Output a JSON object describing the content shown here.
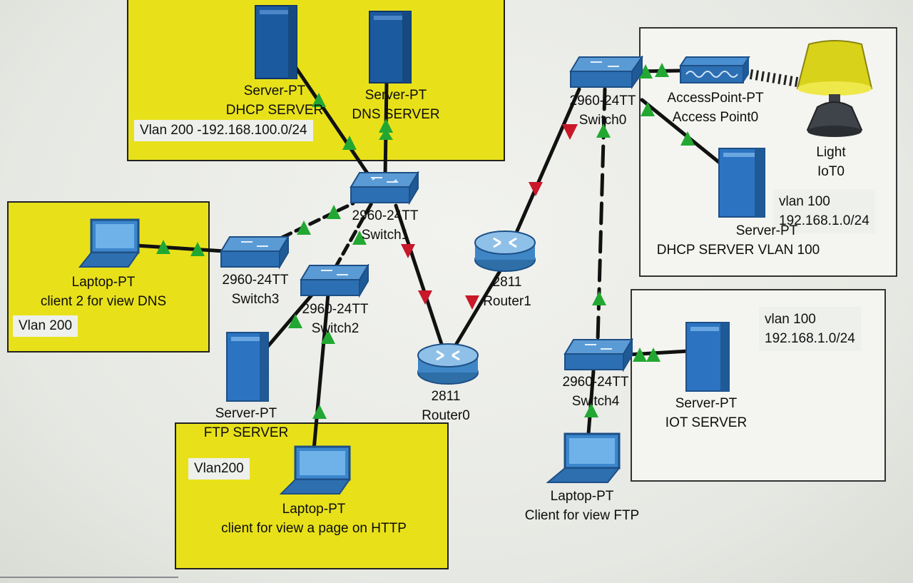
{
  "zones": {
    "vlan200_servers": "Vlan 200 -192.168.100.0/24",
    "vlan200_dns_client": "Vlan 200",
    "vlan200_http_client": "Vlan200",
    "vlan100_iot": {
      "name": "vlan 100",
      "subnet": "192.168.1.0/24"
    },
    "vlan100_server": {
      "name": "vlan 100",
      "subnet": "192.168.1.0/24"
    }
  },
  "devices": {
    "dhcp_server": {
      "type": "Server-PT",
      "name": "DHCP SERVER"
    },
    "dns_server": {
      "type": "Server-PT",
      "name": "DNS SERVER"
    },
    "switch1": {
      "type": "2960-24TT",
      "name": "Switch1"
    },
    "switch3": {
      "type": "2960-24TT",
      "name": "Switch3"
    },
    "switch2": {
      "type": "2960-24TT",
      "name": "Switch2"
    },
    "switch0": {
      "type": "2960-24TT",
      "name": "Switch0"
    },
    "switch4": {
      "type": "2960-24TT",
      "name": "Switch4"
    },
    "router0": {
      "type": "2811",
      "name": "Router0"
    },
    "router1": {
      "type": "2811",
      "name": "Router1"
    },
    "laptop_dns": {
      "type": "Laptop-PT",
      "name": "client 2 for view DNS"
    },
    "ftp_server": {
      "type": "Server-PT",
      "name": "FTP SERVER"
    },
    "laptop_http": {
      "type": "Laptop-PT",
      "name": "client for view a page on HTTP"
    },
    "access_point": {
      "type": "AccessPoint-PT",
      "name": "Access Point0"
    },
    "light": {
      "type": "Light",
      "name": "IoT0"
    },
    "dhcp_server_vlan100": {
      "type": "Server-PT",
      "name": "DHCP SERVER VLAN 100"
    },
    "iot_server": {
      "type": "Server-PT",
      "name": "IOT SERVER"
    },
    "laptop_ftp": {
      "type": "Laptop-PT",
      "name": "Client for view FTP"
    }
  },
  "colors": {
    "zone_yellow": "#e8e11a",
    "link_up": "#22a832",
    "link_down": "#c8182a",
    "device_blue": "#1c5aa0"
  }
}
